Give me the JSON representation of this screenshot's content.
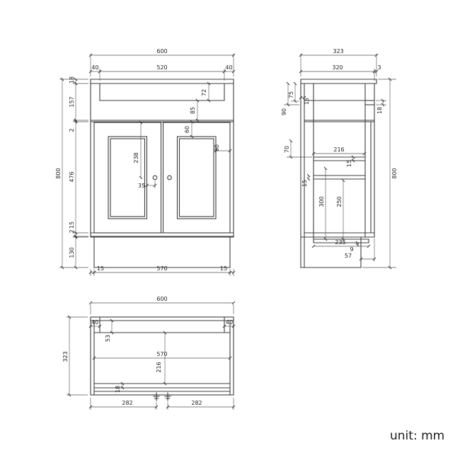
{
  "unit_label": "unit: mm",
  "front_view": {
    "overall_width": "600",
    "worktop_left": "40",
    "worktop_center": "520",
    "worktop_right": "40",
    "overall_height": "800",
    "worktop_thickness": "18",
    "apron_total": "157",
    "gap_top": "2",
    "door_height": "476",
    "bottom_rail": "15",
    "gap_bottom": "2",
    "plinth_height": "130",
    "basin_recess": "72",
    "apron_lower": "85",
    "door_top_rail": "60",
    "door_stile": "60",
    "handle_drop": "238",
    "handle_inset": "35",
    "plinth_inset_left": "15",
    "plinth_width": "570",
    "plinth_inset_right": "15"
  },
  "side_view": {
    "overall_depth": "323",
    "body_depth": "320",
    "back_gap": "3",
    "overall_height": "800",
    "worktop_edge": "18",
    "dim_75": "75",
    "back_panel": "15",
    "dim_90": "90",
    "dim_70": "70",
    "shelf_depth": "216",
    "rail_thickness": "15",
    "shelf_thickness": "15",
    "dim_300": "300",
    "dim_250": "250",
    "bottom_depth": "235",
    "dim_9": "9",
    "plinth_recess": "57"
  },
  "plan_view": {
    "overall_width": "600",
    "side_left": "40",
    "side_right": "40",
    "overall_depth": "323",
    "back_rail": "53",
    "inner_width": "570",
    "basin_depth": "216",
    "front_rail": "18",
    "handle_left_span": "282",
    "handle_right_span": "282"
  }
}
